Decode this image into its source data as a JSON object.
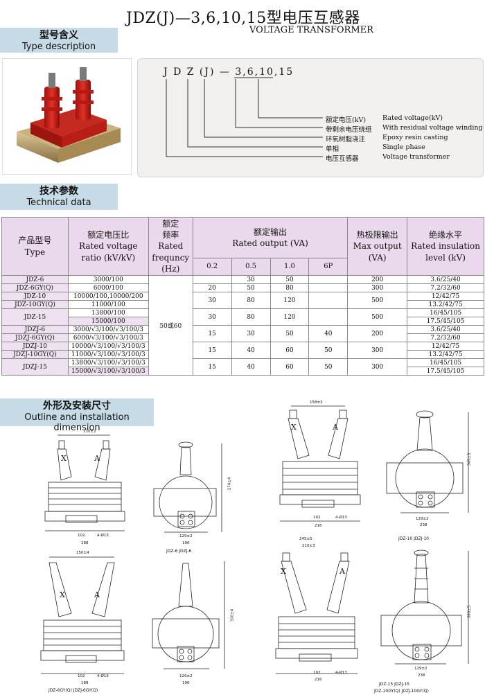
{
  "header": {
    "title": "JDZ(J)—3,6,10,15型电压互感器",
    "subtitle": "VOLTAGE TRANSFORMER"
  },
  "sections": {
    "type_desc": {
      "zh": "型号含义",
      "en": "Type description"
    },
    "tech": {
      "zh": "技术参数",
      "en": "Technical data"
    },
    "outline": {
      "zh": "外形及安装尺寸",
      "en": "Outline and installation dimension"
    }
  },
  "code": {
    "string": "J D Z (J) — 3,6,10,15",
    "legend": [
      {
        "zh": "额定电压(kV)",
        "en": "Rated voltage(kV)"
      },
      {
        "zh": "带剩余电压绕组",
        "en": "With residual voltage winding"
      },
      {
        "zh": "环氧树脂浇注",
        "en": "Epoxy resin casting"
      },
      {
        "zh": "单相",
        "en": "Single phase"
      },
      {
        "zh": "电压互感器",
        "en": "Voltage transformer"
      }
    ]
  },
  "table": {
    "headers": {
      "type_zh": "产品型号",
      "type_en": "Type",
      "ratio_zh": "额定电压比",
      "ratio_en1": "Rated voltage",
      "ratio_en2": "ratio (kV/kV)",
      "freq_zh1": "额定",
      "freq_zh2": "频率",
      "freq_en1": "Rated",
      "freq_en2": "frequncy",
      "freq_en3": "(Hz)",
      "output_zh": "额定输出",
      "output_en": "Rated output (VA)",
      "max_zh": "热极限输出",
      "max_en1": "Max output",
      "max_en2": "(VA)",
      "ins_zh": "绝缘水平",
      "ins_en1": "Rated insulation",
      "ins_en2": "level (kV)",
      "cls": [
        "0.2",
        "0.5",
        "1.0",
        "6P"
      ]
    },
    "freq": "50或60",
    "rows": [
      {
        "type": "JDZ-6",
        "ratio": "3000/100",
        "ins": "3.6/25/40"
      },
      {
        "type": "JDZ-6GY(Q)",
        "ratio": "6000/100",
        "ins": "7.2/32/60"
      },
      {
        "type": "JDZ-10",
        "ratio": "10000/100,10000/200",
        "ins": "12/42/75"
      },
      {
        "type": "JDZ-10GY(Q)",
        "ratio": "11000/100",
        "ins": "13.2/42/75"
      },
      {
        "type": "",
        "ratio": "13800/100",
        "ins": "16/45/105"
      },
      {
        "type": "",
        "ratio": "15000/100",
        "ins": "17.5/45/105"
      },
      {
        "type": "JDZJ-6",
        "ratio": "3000/√3/100/√3/100/3",
        "ins": "3.6/25/40"
      },
      {
        "type": "JDZJ-6GY(Q)",
        "ratio": "6000/√3/100/√3/100/3",
        "ins": "7.2/32/60"
      },
      {
        "type": "JDZJ-10",
        "ratio": "10000/√3/100/√3/100/3",
        "ins": "12/42/75"
      },
      {
        "type": "JDZJ-10GY(Q)",
        "ratio": "11000/√3/100/√3/100/3",
        "ins": "13.2/42/75"
      },
      {
        "type": "",
        "ratio": "13800/√3/100/√3/100/3",
        "ins": "16/45/105"
      },
      {
        "type": "",
        "ratio": "15000/√3/100/√3/100/3",
        "ins": "17.5/45/105"
      }
    ],
    "merged_type_15": "JDZ-15",
    "merged_type_j15": "JDZJ-15",
    "groups": [
      {
        "o": [
          "",
          "30",
          "50",
          ""
        ],
        "max": "200"
      },
      {
        "o": [
          "20",
          "50",
          "80",
          ""
        ],
        "max": "300"
      },
      {
        "o": [
          "30",
          "80",
          "120",
          ""
        ],
        "max": "500"
      },
      {
        "o": [
          "30",
          "80",
          "120",
          ""
        ],
        "max": "500"
      },
      {
        "o": [
          "15",
          "30",
          "50",
          "40"
        ],
        "max": "200"
      },
      {
        "o": [
          "15",
          "40",
          "60",
          "50"
        ],
        "max": "300"
      },
      {
        "o": [
          "15",
          "40",
          "60",
          "50"
        ],
        "max": "300"
      }
    ]
  },
  "drawings": {
    "d1": {
      "w_top": "110±2",
      "w1": "102",
      "w2": "188",
      "holes": "4-Ø13",
      "marks": [
        "X",
        "A"
      ]
    },
    "d2": {
      "h": "274±4",
      "w1": "129±2",
      "w2": "196",
      "caption": "JDZ-6   JDZJ-6"
    },
    "d3": {
      "w_top": "158±3",
      "w1": "102",
      "w2": "216",
      "holes": "4-Ø13",
      "marks": [
        "X",
        "A"
      ]
    },
    "d4": {
      "h": "345±5",
      "w1": "129±2",
      "w2": "238",
      "caption": "JDZ-10   JDZJ-10"
    },
    "d5": {
      "w_top": "150±4",
      "w1": "102",
      "w2": "188",
      "holes": "4-Ø13",
      "marks": [
        "X",
        "A"
      ],
      "caption": "JDZ-6GY(Q)   JDZJ-6GY(Q)"
    },
    "d6": {
      "h": "310±4",
      "w1": "129±2",
      "w2": "196"
    },
    "d7": {
      "w_top1": "245±5",
      "w_top2": "210±3",
      "w1": "102",
      "w2": "216",
      "holes": "4-Ø13",
      "marks": [
        "X",
        "A"
      ]
    },
    "d8": {
      "h": "380±5",
      "w1": "129±2",
      "w2": "238",
      "caption1": "JDZ-15   JDZJ-15",
      "caption2": "JDZ-10GY(Q)   JDZJ-10GY(Q)"
    }
  }
}
